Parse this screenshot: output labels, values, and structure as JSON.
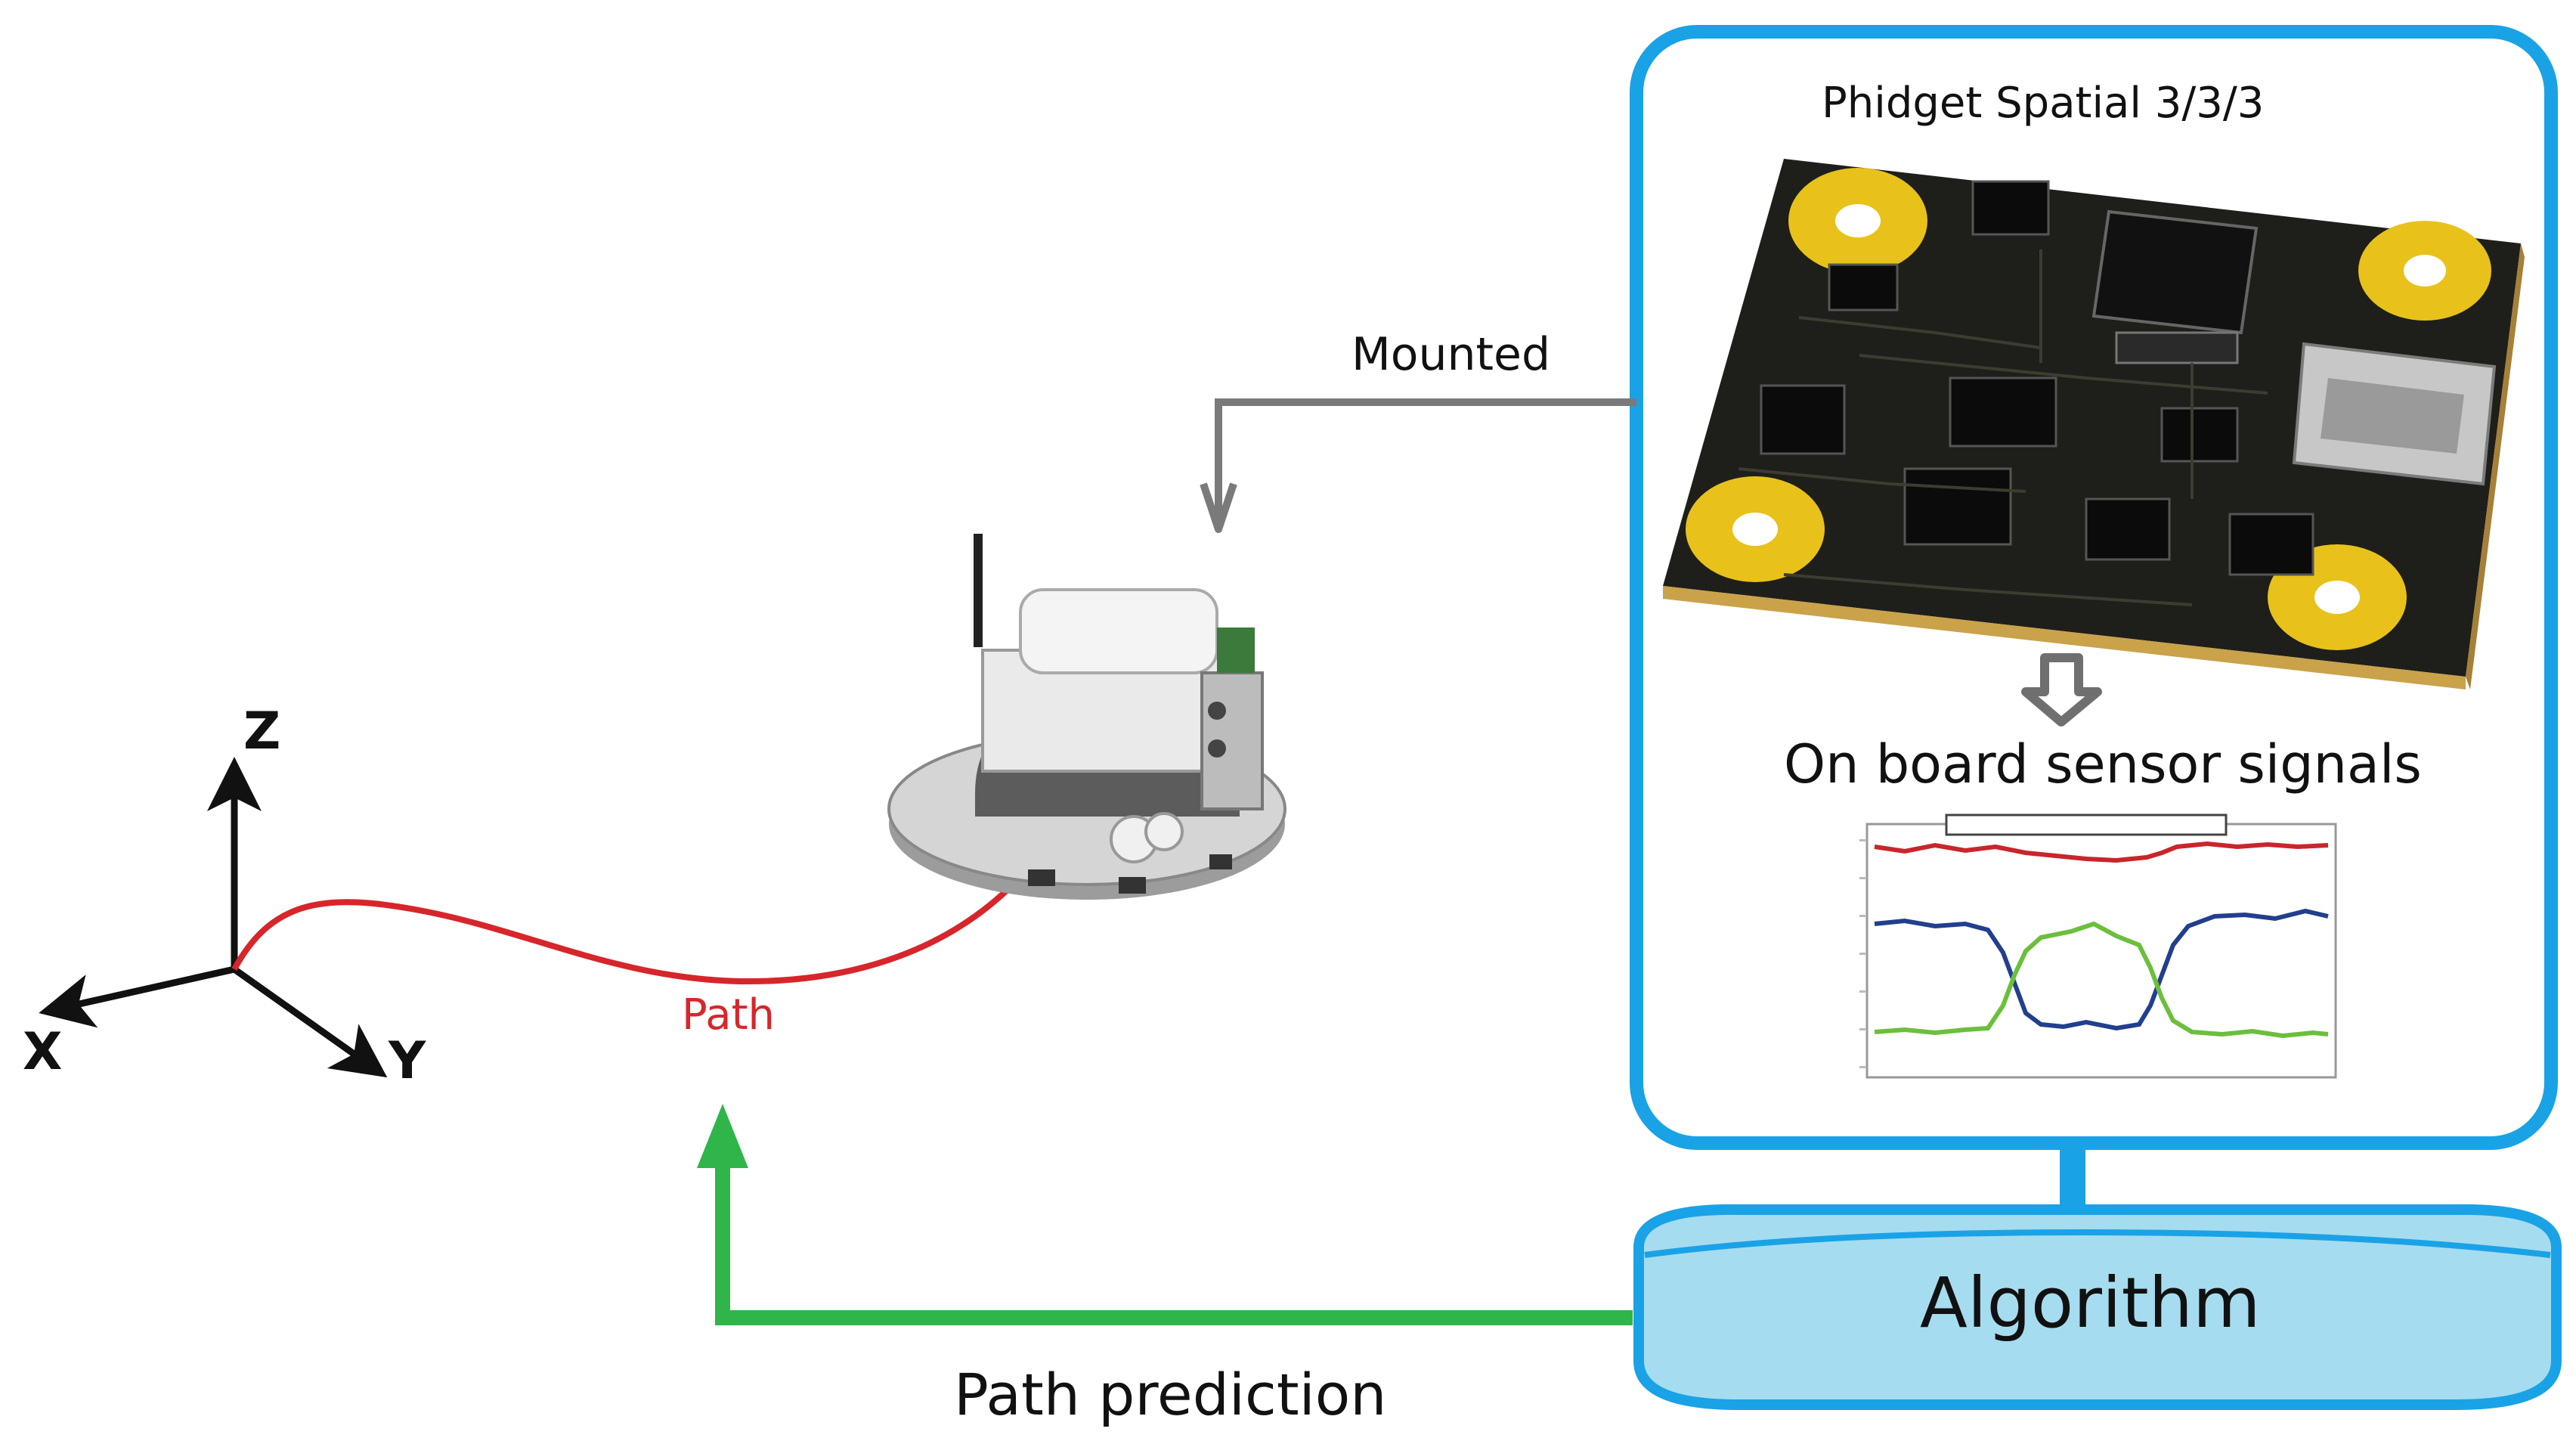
{
  "sensor_panel": {
    "title": "Phidget Spatial 3/3/3",
    "signals_label": "On board sensor signals"
  },
  "connector_label": "Mounted",
  "algorithm_label": "Algorithm",
  "prediction_label": "Path prediction",
  "path_label": "Path",
  "axes": {
    "x": "X",
    "y": "Y",
    "z": "Z"
  },
  "colors": {
    "panel_border": "#1aa2e6",
    "algorithm_fill": "#a6dcef",
    "path": "#d7262b",
    "prediction_arrow": "#2fb54a",
    "mounted_arrow": "#7a7a7a"
  }
}
